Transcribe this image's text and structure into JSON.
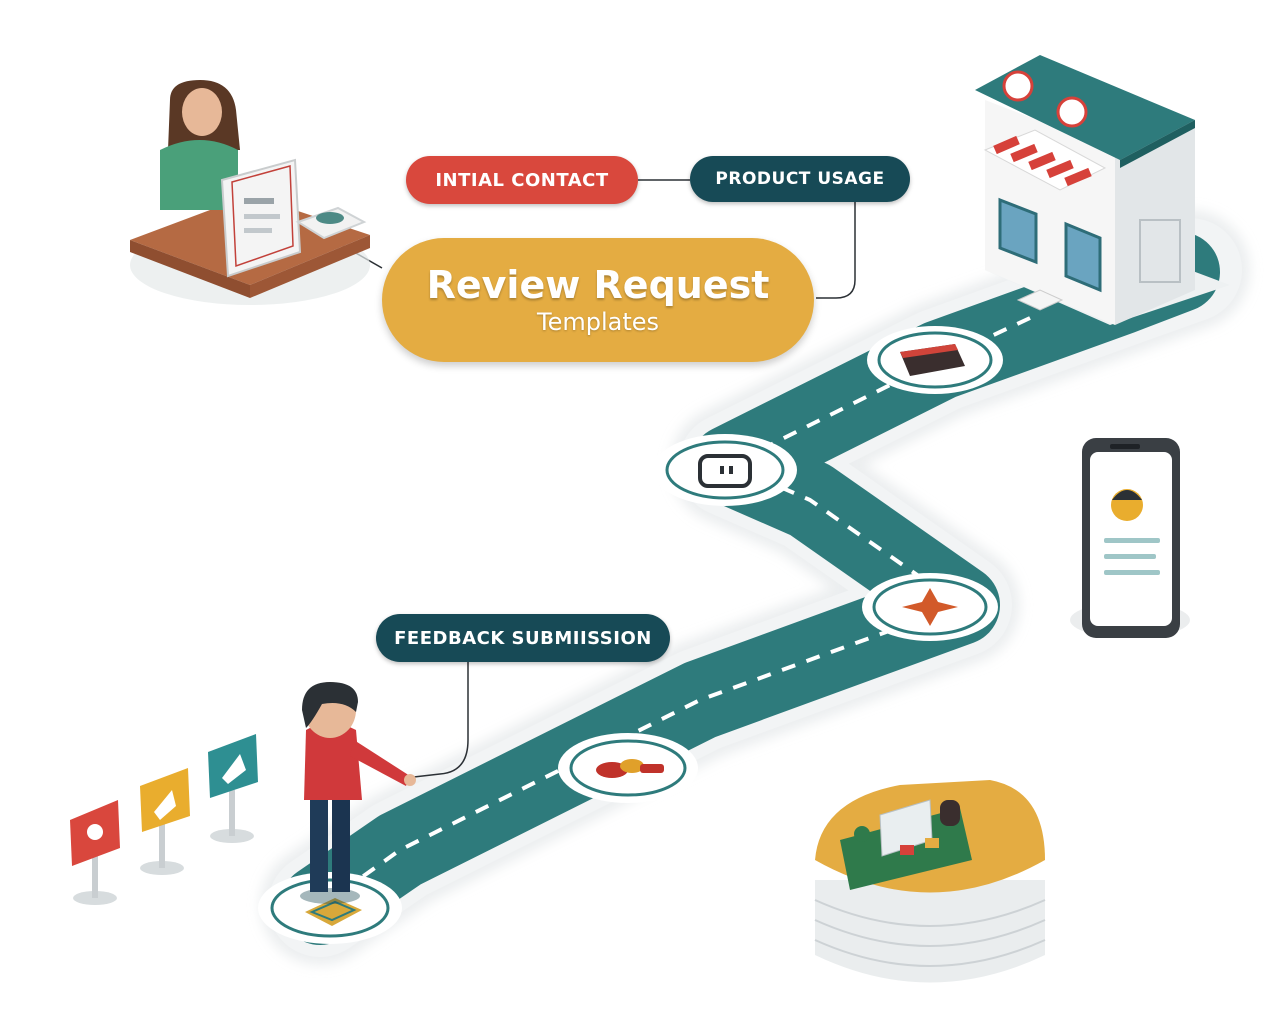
{
  "labels": {
    "initial_contact": "INTIAL CONTACT",
    "product_usage": "PRODUCT USAGE",
    "feedback_submission": "FEEDBACK SUBMIISSION",
    "hero_title": "Review Request",
    "hero_subtitle": "Templates"
  },
  "colors": {
    "initial_contact": "#d9483d",
    "dark_teal": "#174a56",
    "hero": "#e4ac42",
    "road": "#2e7b7c",
    "road_edge": "#e7ebec"
  },
  "icons": [
    "clerk-at-desk-icon",
    "storefront-icon",
    "phone-profile-icon",
    "customer-avatar-icon",
    "market-stall-icon",
    "signpost-icon"
  ]
}
